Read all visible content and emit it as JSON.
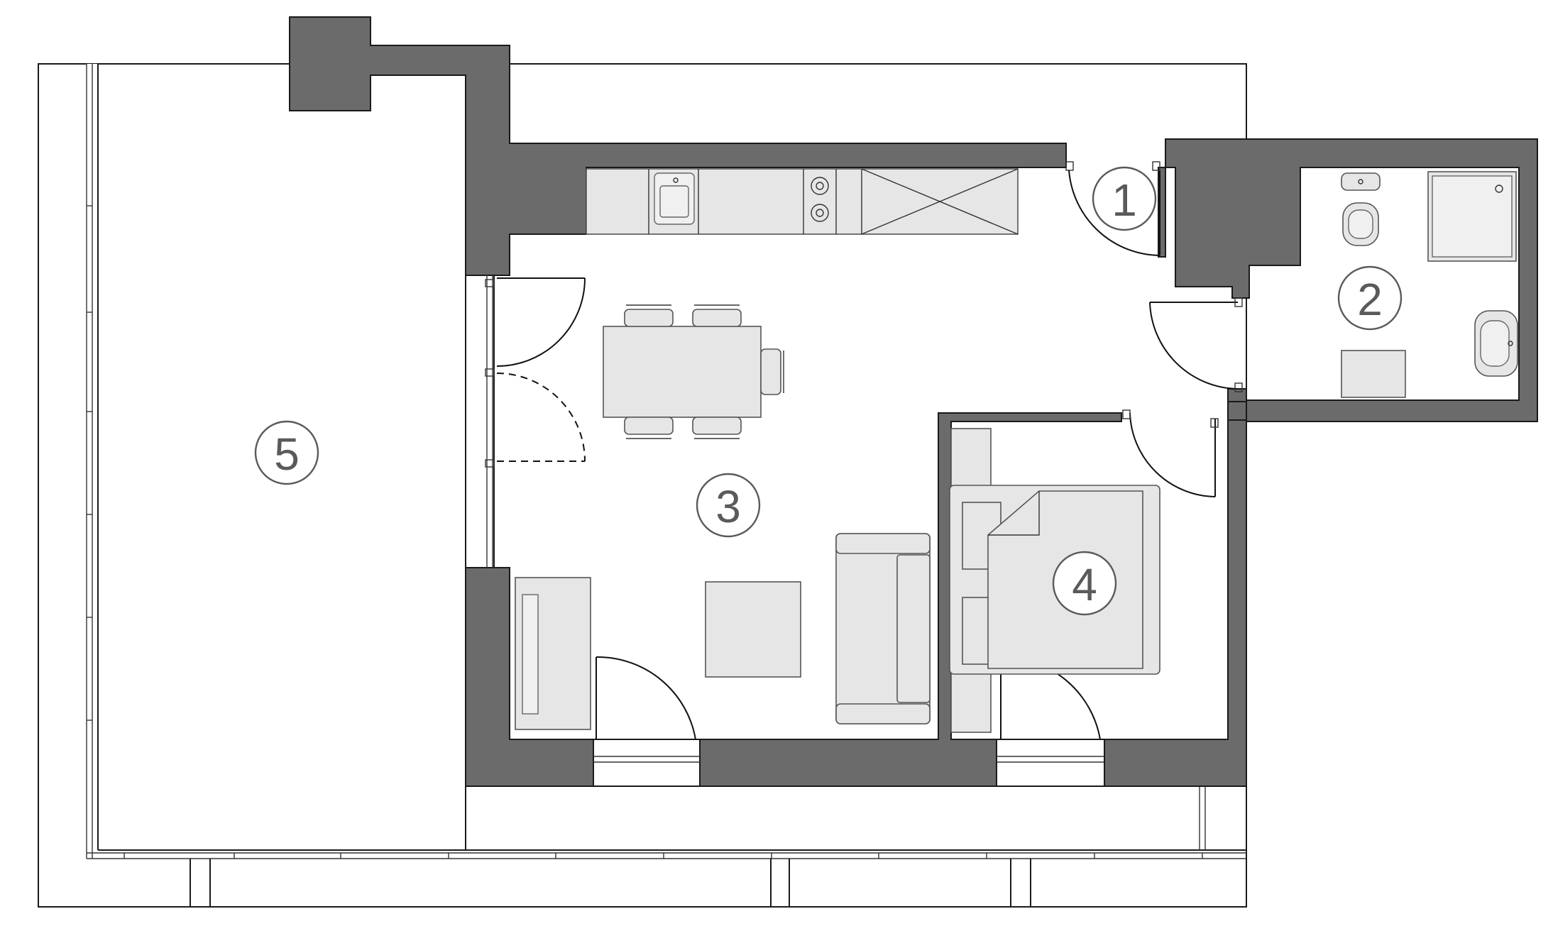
{
  "rooms": [
    {
      "id": "1",
      "label": "1"
    },
    {
      "id": "2",
      "label": "2"
    },
    {
      "id": "3",
      "label": "3"
    },
    {
      "id": "4",
      "label": "4"
    },
    {
      "id": "5",
      "label": "5"
    }
  ],
  "colors": {
    "wall": "#6b6b6b",
    "furniture": "#e6e6e6",
    "outline": "#1a1a1a",
    "label": "#5a5a5a"
  }
}
